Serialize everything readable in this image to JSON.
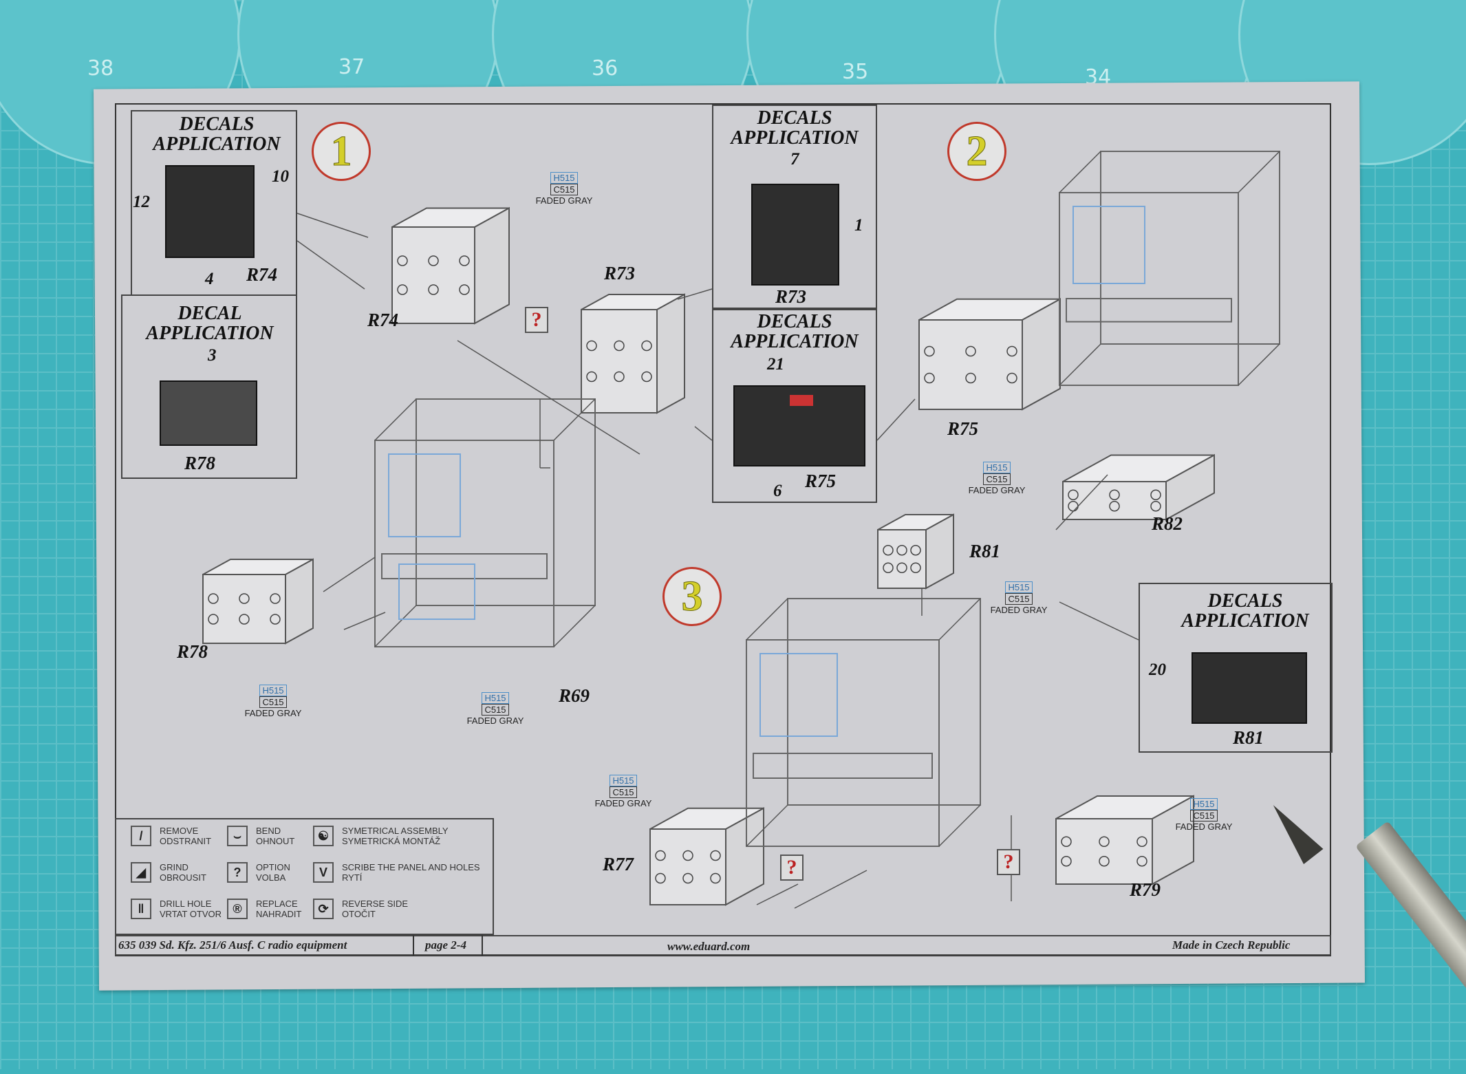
{
  "ruler": {
    "numbers": [
      "38",
      "37",
      "36",
      "35",
      "34"
    ]
  },
  "steps": [
    "1",
    "2",
    "3"
  ],
  "decal_boxes": [
    {
      "title": "DECALS APPLICATION",
      "numbers": [
        "12",
        "10",
        "4"
      ],
      "part": "R74"
    },
    {
      "title": "DECAL APPLICATION",
      "numbers": [
        "3"
      ],
      "part": "R78"
    },
    {
      "title": "DECALS APPLICATION",
      "numbers": [
        "7",
        "1"
      ],
      "part": "R73"
    },
    {
      "title": "DECALS APPLICATION",
      "numbers": [
        "21",
        "6"
      ],
      "part": "R75"
    },
    {
      "title": "DECALS APPLICATION",
      "numbers": [
        "20"
      ],
      "part": "R81"
    }
  ],
  "parts": {
    "r74": "R74",
    "r73": "R73",
    "r78": "R78",
    "r69": "R69",
    "r75": "R75",
    "r82": "R82",
    "r81": "R81",
    "r77": "R77",
    "r79": "R79"
  },
  "paint": {
    "h": "H515",
    "c": "C515",
    "name": "FADED GRAY"
  },
  "option_mark": "?",
  "legend": [
    {
      "icon": "knife-icon",
      "glyph": "/",
      "en": "REMOVE",
      "cz": "ODSTRANIT"
    },
    {
      "icon": "bend-icon",
      "glyph": "⌣",
      "en": "BEND",
      "cz": "OHNOUT"
    },
    {
      "icon": "yin-yang-icon",
      "glyph": "☯",
      "en": "SYMETRICAL ASSEMBLY",
      "cz": "SYMETRICKÁ MONTÁŽ"
    },
    {
      "icon": "grind-icon",
      "glyph": "◢",
      "en": "GRIND",
      "cz": "OBROUSIT"
    },
    {
      "icon": "question-icon",
      "glyph": "?",
      "en": "OPTION",
      "cz": "VOLBA"
    },
    {
      "icon": "scribe-icon",
      "glyph": "V",
      "en": "SCRIBE THE PANEL AND HOLES",
      "cz": "RYTÍ"
    },
    {
      "icon": "drill-icon",
      "glyph": "‖",
      "en": "DRILL HOLE",
      "cz": "VRTAT OTVOR"
    },
    {
      "icon": "replace-icon",
      "glyph": "®",
      "en": "REPLACE",
      "cz": "NAHRADIT"
    },
    {
      "icon": "reverse-icon",
      "glyph": "⟳",
      "en": "REVERSE SIDE",
      "cz": "OTOČIT"
    }
  ],
  "footer": {
    "product": "635 039  Sd. Kfz. 251/6 Ausf. C radio equipment",
    "page": "page 2-4",
    "url": "www.eduard.com",
    "origin": "Made in Czech Republic"
  }
}
